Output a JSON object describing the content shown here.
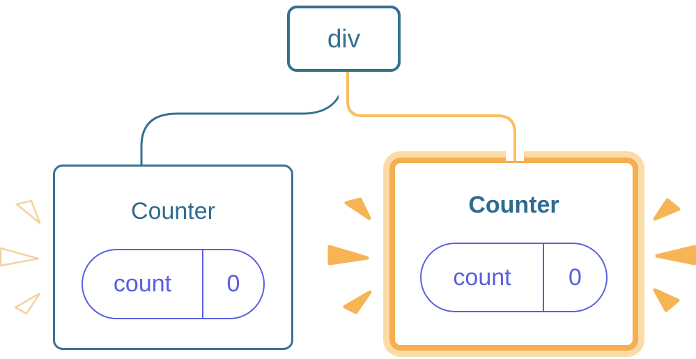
{
  "diagram": {
    "root": {
      "label": "div"
    },
    "left_card": {
      "title": "Counter",
      "state": {
        "key": "count",
        "value": "0"
      }
    },
    "right_card": {
      "title": "Counter",
      "state": {
        "key": "count",
        "value": "0"
      }
    },
    "colors": {
      "node_border_blue": "#35708F",
      "card_border_blue": "#3B7096",
      "title_text_blue": "#2E6B8F",
      "state_purple": "#5A5FDE",
      "highlight_ring_amber": "#F5AE51",
      "highlight_ring_amber_light": "#FBDCA7",
      "connector_center_amber": "#F9BD62",
      "burst_amber": "#F7B455",
      "burst_white": "#FFFFFF",
      "background": "#FFFFFF"
    }
  }
}
